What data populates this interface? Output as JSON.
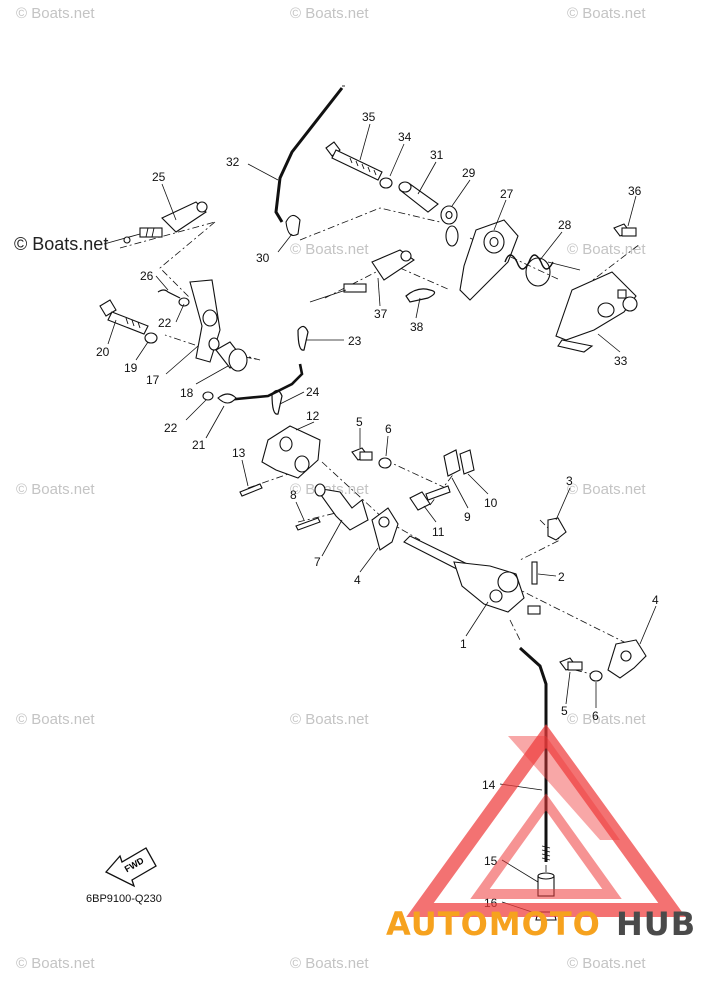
{
  "watermark": "© Boats.net",
  "diagram_code": "6BP9100-Q230",
  "fwd_label": "FWD",
  "brand": {
    "part1": "AUTOMOTO",
    "part2": "HUB",
    "color1": "#f6a21e",
    "color2": "#4a4a4a",
    "mark_color": "#ef3b3b"
  },
  "callouts": [
    {
      "id": "c35",
      "text": "35"
    },
    {
      "id": "c34",
      "text": "34"
    },
    {
      "id": "c31",
      "text": "31"
    },
    {
      "id": "c32",
      "text": "32"
    },
    {
      "id": "c29",
      "text": "29"
    },
    {
      "id": "c27",
      "text": "27"
    },
    {
      "id": "c36",
      "text": "36"
    },
    {
      "id": "c25",
      "text": "25"
    },
    {
      "id": "c28",
      "text": "28"
    },
    {
      "id": "c30",
      "text": "30"
    },
    {
      "id": "c26",
      "text": "26"
    },
    {
      "id": "c37",
      "text": "37"
    },
    {
      "id": "c38",
      "text": "38"
    },
    {
      "id": "c33",
      "text": "33"
    },
    {
      "id": "c22a",
      "text": "22"
    },
    {
      "id": "c20",
      "text": "20"
    },
    {
      "id": "c19",
      "text": "19"
    },
    {
      "id": "c17",
      "text": "17"
    },
    {
      "id": "c23",
      "text": "23"
    },
    {
      "id": "c18",
      "text": "18"
    },
    {
      "id": "c24",
      "text": "24"
    },
    {
      "id": "c22b",
      "text": "22"
    },
    {
      "id": "c21",
      "text": "21"
    },
    {
      "id": "c12",
      "text": "12"
    },
    {
      "id": "c5a",
      "text": "5"
    },
    {
      "id": "c6a",
      "text": "6"
    },
    {
      "id": "c13",
      "text": "13"
    },
    {
      "id": "c8",
      "text": "8"
    },
    {
      "id": "c11",
      "text": "11"
    },
    {
      "id": "c9",
      "text": "9"
    },
    {
      "id": "c10",
      "text": "10"
    },
    {
      "id": "c3",
      "text": "3"
    },
    {
      "id": "c7",
      "text": "7"
    },
    {
      "id": "c4a",
      "text": "4"
    },
    {
      "id": "c2",
      "text": "2"
    },
    {
      "id": "c4b",
      "text": "4"
    },
    {
      "id": "c1",
      "text": "1"
    },
    {
      "id": "c5b",
      "text": "5"
    },
    {
      "id": "c6b",
      "text": "6"
    },
    {
      "id": "c14",
      "text": "14"
    },
    {
      "id": "c15",
      "text": "15"
    },
    {
      "id": "c16",
      "text": "16"
    }
  ]
}
